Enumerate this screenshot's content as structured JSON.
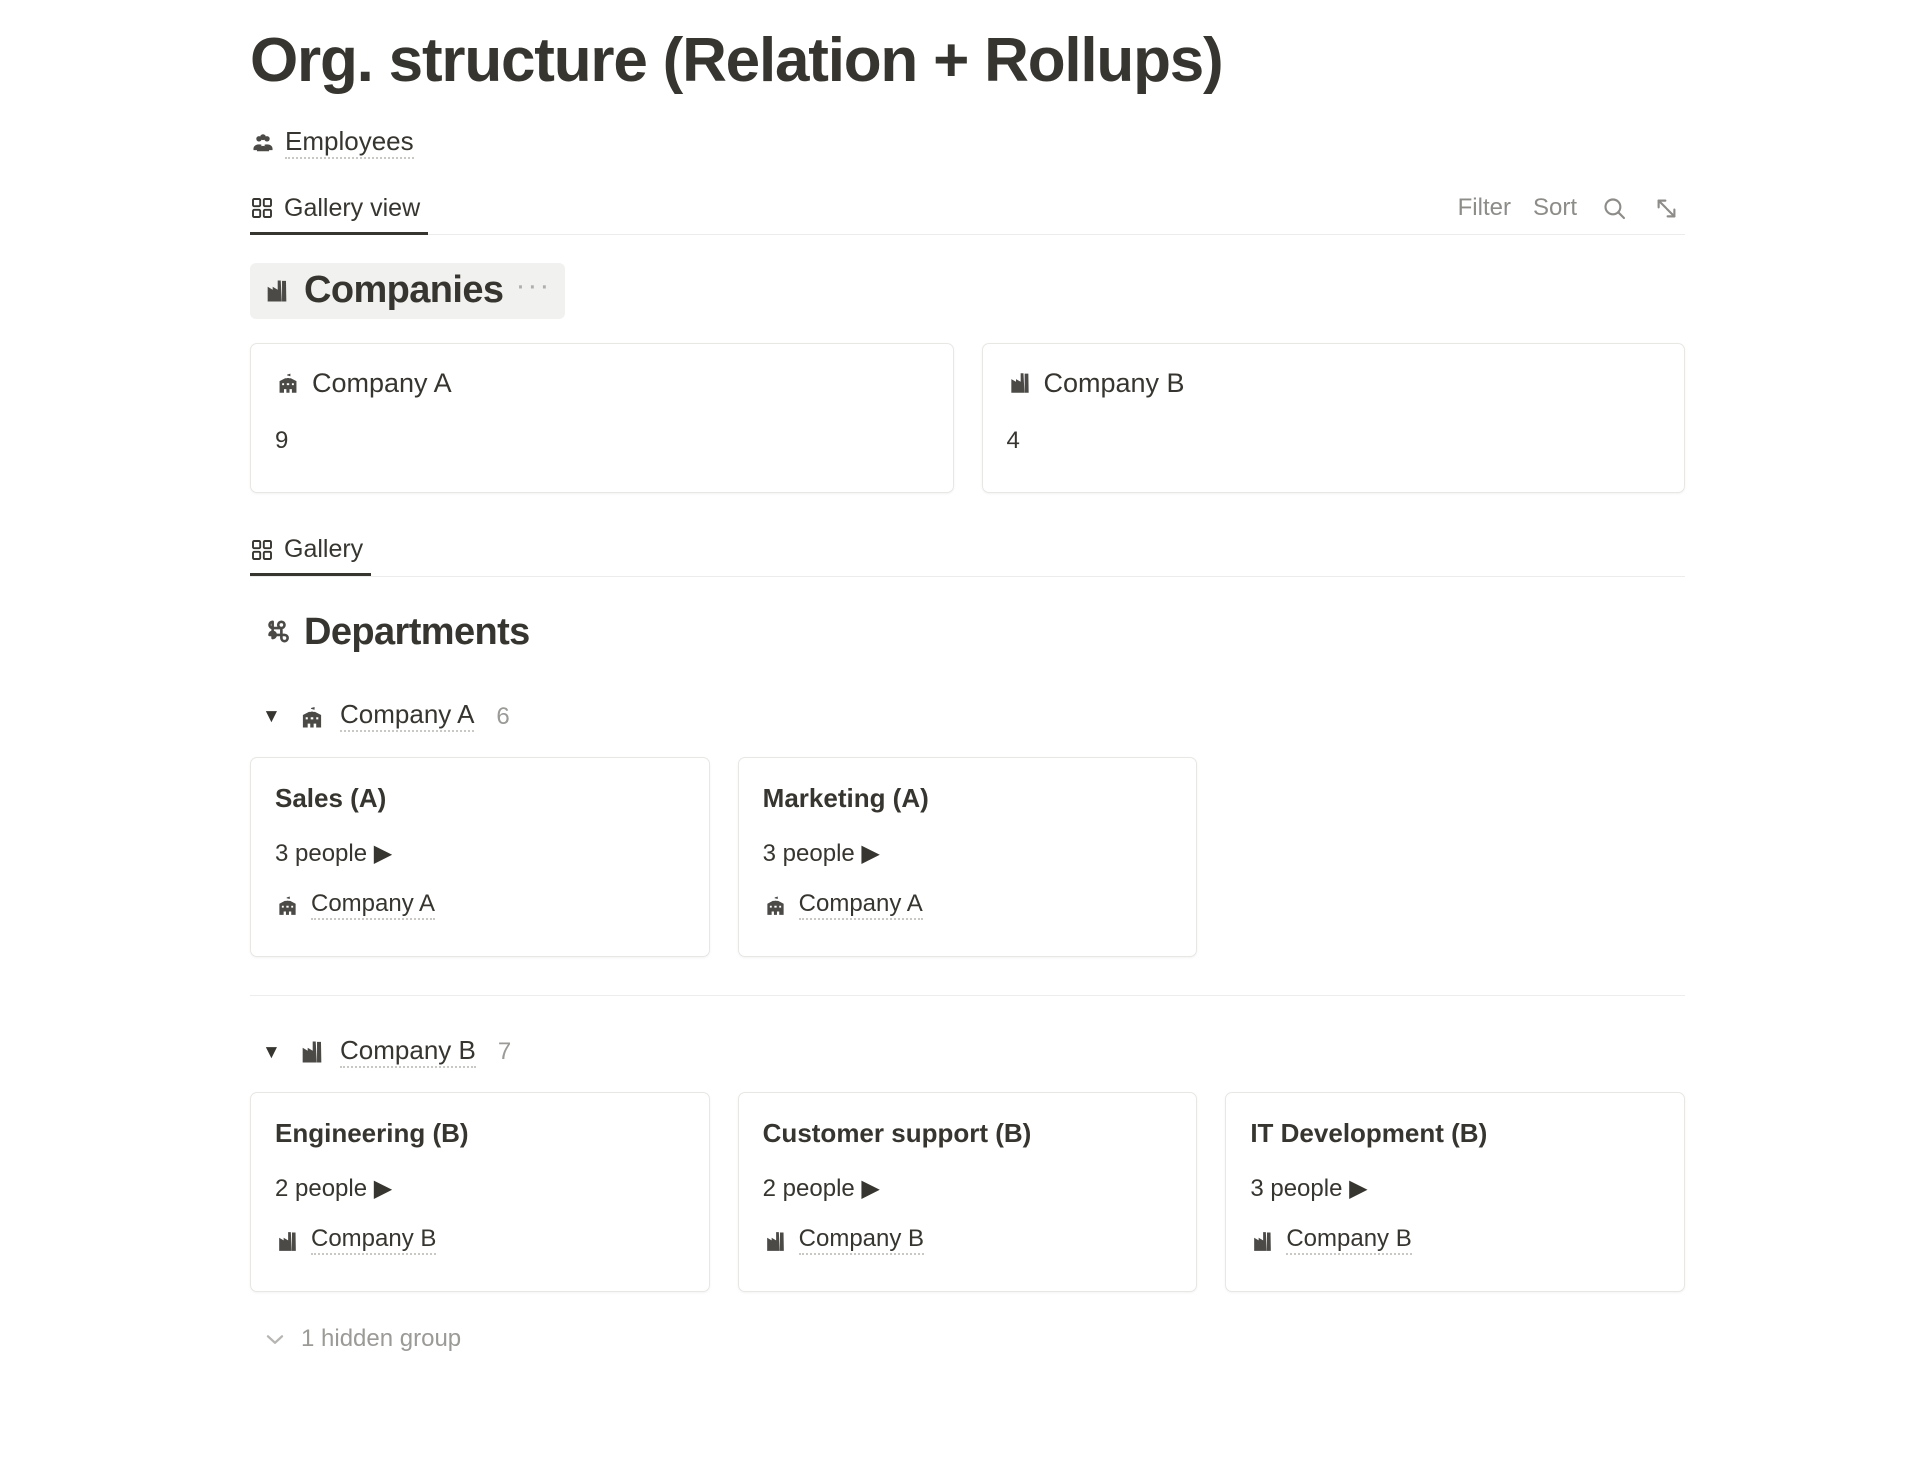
{
  "page": {
    "title": "Org. structure (Relation + Rollups)"
  },
  "db_link": {
    "label": "Employees",
    "icon": "people-group-icon"
  },
  "views": {
    "primary": {
      "tab_label": "Gallery view",
      "tab_icon": "gallery-grid-icon",
      "controls": {
        "filter_label": "Filter",
        "sort_label": "Sort",
        "search_icon": "search-icon",
        "expand_icon": "expand-diagonal-icon"
      }
    },
    "secondary": {
      "tab_label": "Gallery",
      "tab_icon": "gallery-grid-icon"
    }
  },
  "companies_section": {
    "heading": "Companies",
    "heading_icon": "factory-icon",
    "more_label": "···",
    "cards": [
      {
        "name": "Company A",
        "icon": "school-building-icon",
        "value": "9"
      },
      {
        "name": "Company B",
        "icon": "factory-icon",
        "value": "4"
      }
    ]
  },
  "departments_section": {
    "heading": "Departments",
    "heading_icon": "command-icon",
    "groups": [
      {
        "toggle_icon": "triangle-down-icon",
        "name": "Company A",
        "icon": "school-building-icon",
        "count": "6",
        "cards": [
          {
            "title": "Sales (A)",
            "people": "3 people ▶",
            "relation": "Company A",
            "relation_icon": "school-building-icon"
          },
          {
            "title": "Marketing (A)",
            "people": "3 people ▶",
            "relation": "Company A",
            "relation_icon": "school-building-icon"
          }
        ]
      },
      {
        "toggle_icon": "triangle-down-icon",
        "name": "Company B",
        "icon": "factory-icon",
        "count": "7",
        "cards": [
          {
            "title": "Engineering (B)",
            "people": "2 people ▶",
            "relation": "Company B",
            "relation_icon": "factory-icon"
          },
          {
            "title": "Customer support (B)",
            "people": "2 people ▶",
            "relation": "Company B",
            "relation_icon": "factory-icon"
          },
          {
            "title": "IT Development (B)",
            "people": "3 people ▶",
            "relation": "Company B",
            "relation_icon": "factory-icon"
          }
        ]
      }
    ],
    "hidden_group": {
      "label": "1 hidden group",
      "icon": "chevron-down-icon"
    }
  },
  "colors": {
    "text": "#37352f",
    "muted": "#9b9a97",
    "border": "#e8e7e4",
    "heading_highlight": "#f1f1ef"
  }
}
